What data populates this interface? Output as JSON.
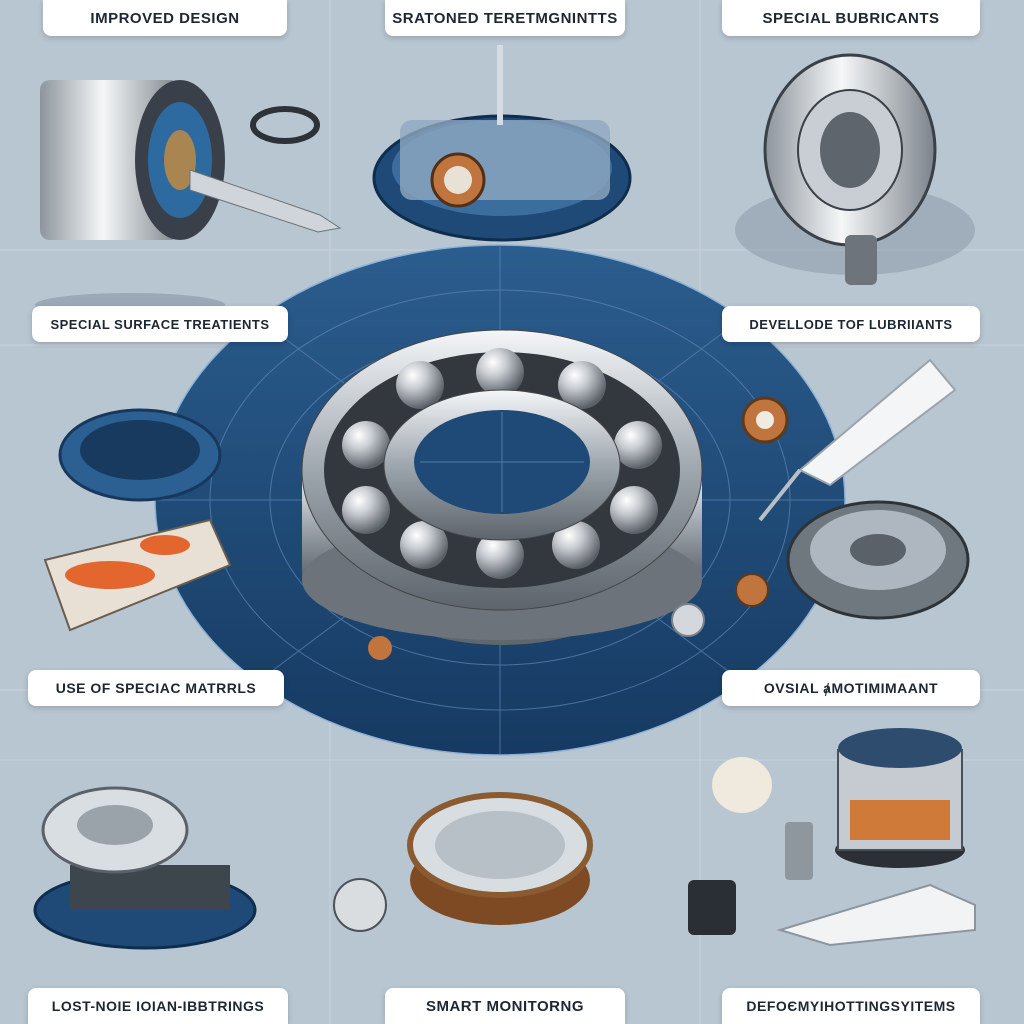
{
  "labels": {
    "improved_design": "IMPROVED DESIGN",
    "surface_treatments_top": "SRATONED TERETMGNINTTS",
    "special_lubricants": "SPECIAL BUBRICANTS",
    "special_surface_treatments": "SPECIAL SURFACE TREATIENTS",
    "developed_lubricants": "DEVELLODE TOF LUBRIIANTS",
    "special_materials": "USE OF SPECIAC MATRRLS",
    "optimization": "OVSIAL ⱥMOTIMIMAANT",
    "low_noise_bearings": "LOST-NOIE IOIAN-IBBTRINGS",
    "smart_monitoring": "SMART MONITORNG",
    "deformation_systems": "DEFOЄMYIHOTTINGSYITEMS"
  },
  "colors": {
    "background": "#b8c6d2",
    "disc": "#1f4a78",
    "steel": "#c9ced4",
    "accent_orange": "#e2662e"
  },
  "icons": [
    "bearing-icon",
    "cylinder-bearing-icon",
    "lubricant-tube-icon",
    "seal-ring-icon",
    "gear-icon",
    "sensor-icon"
  ]
}
